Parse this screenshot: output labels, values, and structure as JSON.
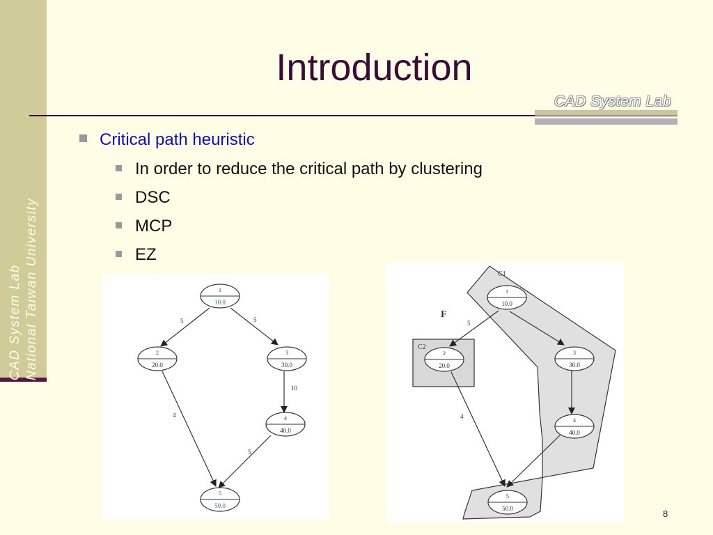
{
  "slide": {
    "title": "Introduction",
    "lab_mark": "CAD System Lab",
    "sidebar_line1": "CAD  System  Lab",
    "sidebar_line2": "National  Taiwan  University",
    "page_number": "8"
  },
  "bullets": {
    "main": "Critical path heuristic",
    "sub": [
      "In order to reduce the critical path by clustering",
      "DSC",
      "MCP",
      "EZ"
    ]
  },
  "diagram_left": {
    "nodes": [
      {
        "id": "1",
        "weight": "10.0"
      },
      {
        "id": "2",
        "weight": "20.0"
      },
      {
        "id": "3",
        "weight": "30.0"
      },
      {
        "id": "4",
        "weight": "40.0"
      },
      {
        "id": "5",
        "weight": "50.0"
      }
    ],
    "edges": [
      {
        "from": "1",
        "to": "2",
        "label": "5"
      },
      {
        "from": "1",
        "to": "3",
        "label": "5"
      },
      {
        "from": "3",
        "to": "4",
        "label": "10"
      },
      {
        "from": "2",
        "to": "5",
        "label": "4"
      },
      {
        "from": "4",
        "to": "5",
        "label": "5"
      }
    ]
  },
  "diagram_right": {
    "label_f": "F",
    "cluster_c1": "C1",
    "cluster_c2": "C2",
    "nodes": [
      {
        "id": "1",
        "weight": "10.0"
      },
      {
        "id": "2",
        "weight": "20.0"
      },
      {
        "id": "3",
        "weight": "30.0"
      },
      {
        "id": "4",
        "weight": "40.0"
      },
      {
        "id": "5",
        "weight": "50.0"
      }
    ],
    "edges": [
      {
        "from": "1",
        "to": "2",
        "label": "5"
      },
      {
        "from": "2",
        "to": "5",
        "label": "4"
      }
    ]
  },
  "colors": {
    "background": "#fffde6",
    "sidebar": "#cfcc99",
    "title": "#3b0a38",
    "bullet_main": "#0d0dc9",
    "cluster_fill": "#e0e0e0"
  }
}
